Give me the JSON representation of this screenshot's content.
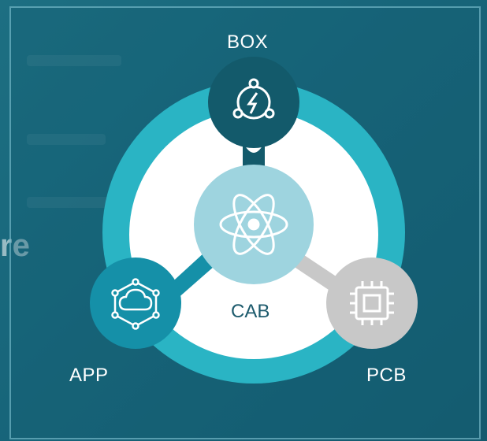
{
  "background_text": "re",
  "labels": {
    "top": "BOX",
    "center": "CAB",
    "left": "APP",
    "right": "PCB"
  },
  "colors": {
    "ring": "#2ab4c4",
    "box_node": "#135a6b",
    "app_node": "#1590a8",
    "pcb_node": "#c8c8c8",
    "center_node": "#9ed4df"
  },
  "icons": {
    "box": "power-network-icon",
    "center": "atom-icon",
    "app": "cloud-network-icon",
    "pcb": "chip-icon"
  }
}
